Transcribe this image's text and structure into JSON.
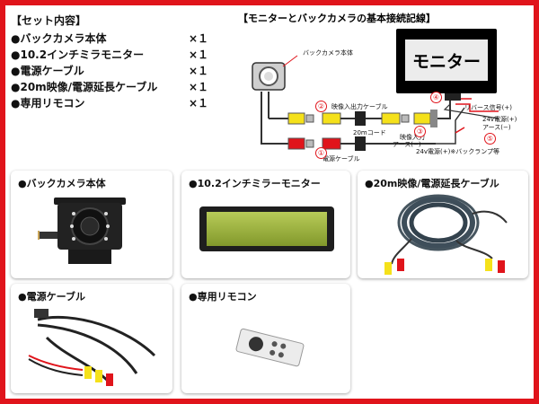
{
  "set_list": {
    "title": "【セット内容】",
    "items": [
      {
        "name": "●バックカメラ本体",
        "qty": "×１"
      },
      {
        "name": "●10.2インチミラモニター",
        "qty": "×１"
      },
      {
        "name": "●電源ケーブル",
        "qty": "×１"
      },
      {
        "name": "●20m映像/電源延長ケーブル",
        "qty": "×１"
      },
      {
        "name": "●専用リモコン",
        "qty": "×１"
      }
    ]
  },
  "diagram": {
    "title": "【モニターとバックカメラの基本接続記線】",
    "monitor_label": "モニター",
    "labels": {
      "camera": "バックカメラ本体",
      "video_cable": "映像入出力ケーブル",
      "cord_20m": "20mコード",
      "power_cable": "電源ケーブル",
      "video_in": "映像入力",
      "ground": "アース(−)",
      "power_24v_back": "24v電源(+)※バックランプ等",
      "reverse": "リバース信号(+)",
      "power_24v": "24v電源(+)",
      "ground2": "アース(−)"
    },
    "numbers": [
      "①",
      "②",
      "③",
      "④",
      "⑤"
    ]
  },
  "products": [
    {
      "title": "●バックカメラ本体"
    },
    {
      "title": "●10.2インチミラーモニター"
    },
    {
      "title": "●20m映像/電源延長ケーブル"
    },
    {
      "title": "●電源ケーブル"
    },
    {
      "title": "●専用リモコン"
    }
  ],
  "colors": {
    "frame": "#e0141b",
    "video_plug": "#f5e11a",
    "power_plug": "#e0141b",
    "number": "#e0141b"
  }
}
